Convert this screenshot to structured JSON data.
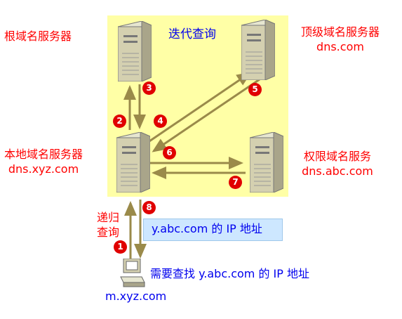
{
  "title": "迭代查询",
  "servers": {
    "root": {
      "name": "根域名服务器"
    },
    "tld": {
      "name": "顶级域名服务器",
      "domain": "dns.com"
    },
    "local": {
      "name": "本地域名服务器",
      "domain": "dns.xyz.com"
    },
    "auth": {
      "name": "权限域名服务",
      "domain": "dns.abc.com"
    }
  },
  "recursive_label": [
    "递归",
    "查询"
  ],
  "steps": [
    "1",
    "2",
    "3",
    "4",
    "5",
    "6",
    "7",
    "8"
  ],
  "answer": "y.abc.com 的 IP 地址",
  "query": "需要查找 y.abc.com 的 IP 地址",
  "host": "m.xyz.com",
  "colors": {
    "label": "#ff0000",
    "info": "#0000ee",
    "arrow": "#9a8a4a",
    "background": "#ffffa6",
    "answer_box": "#cde7ff"
  }
}
